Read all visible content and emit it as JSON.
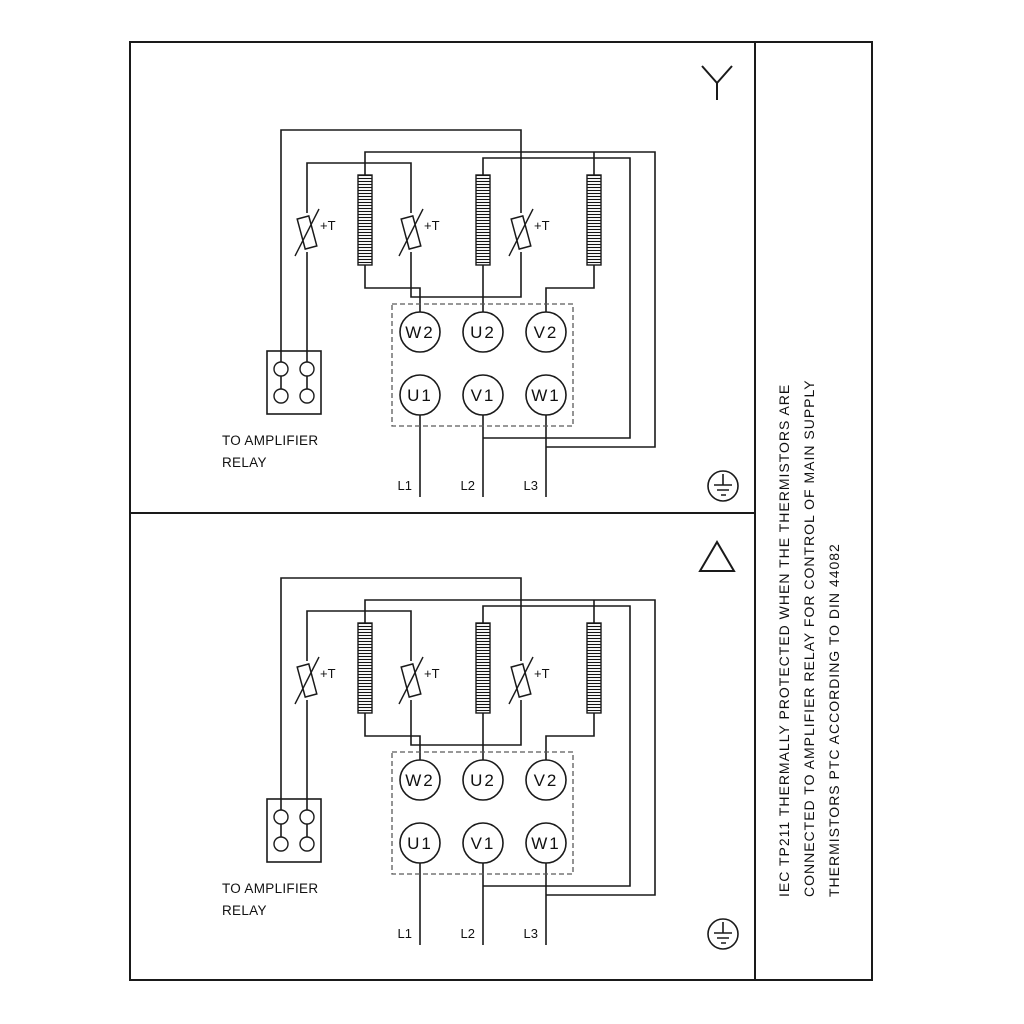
{
  "colors": {
    "background": "#ffffff",
    "line": "#1a1a1a",
    "dashed_box": "#5a5a5a"
  },
  "side_note": {
    "lines": [
      "IEC TP211 THERMALLY PROTECTED WHEN THE THERMISTORS ARE",
      "CONNECTED TO AMPLIFIER RELAY FOR CONTROL OF MAIN SUPPLY",
      "THERMISTORS PTC ACCORDING TO DIN 44082"
    ]
  },
  "panels": [
    {
      "connection": "star",
      "terminals_top": [
        "W2",
        "U2",
        "V2"
      ],
      "terminals_bottom": [
        "U1",
        "V1",
        "W1"
      ],
      "thermistor_label": "+T",
      "relay_caption_line1": "TO AMPLIFIER",
      "relay_caption_line2": "RELAY",
      "supply_labels": [
        "L1",
        "L2",
        "L3"
      ]
    },
    {
      "connection": "delta",
      "terminals_top": [
        "W2",
        "U2",
        "V2"
      ],
      "terminals_bottom": [
        "U1",
        "V1",
        "W1"
      ],
      "thermistor_label": "+T",
      "relay_caption_line1": "TO AMPLIFIER",
      "relay_caption_line2": "RELAY",
      "supply_labels": [
        "L1",
        "L2",
        "L3"
      ]
    }
  ]
}
